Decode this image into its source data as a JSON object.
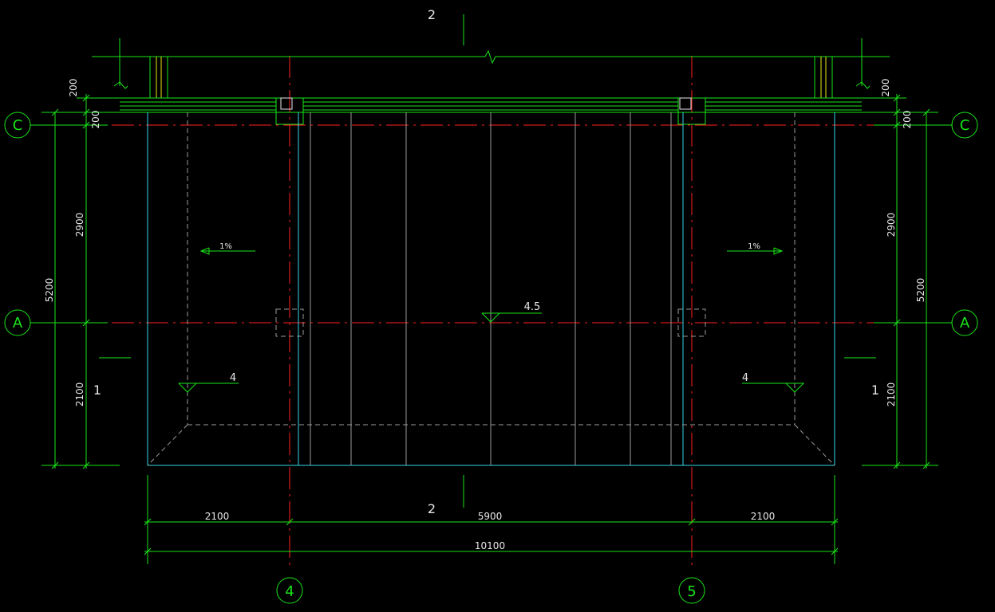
{
  "grids": {
    "C": "C",
    "A": "A",
    "g4": "4",
    "g5": "5"
  },
  "dimensions": {
    "bottom_left": "2100",
    "bottom_mid": "5900",
    "bottom_right": "2100",
    "bottom_total": "10100",
    "left_top_200": "200",
    "left_mid_200": "200",
    "left_2900": "2900",
    "left_2100": "2100",
    "left_5200": "5200",
    "right_top_200": "200",
    "right_mid_200": "200",
    "right_2900": "2900",
    "right_2100": "2100",
    "right_5200": "5200"
  },
  "section_marks": {
    "top": "2",
    "bottom": "2",
    "left": "1",
    "right": "1"
  },
  "slopes": {
    "left": "1%",
    "right": "1%"
  },
  "elevations": {
    "center": "4.5",
    "left": "4",
    "right": "4"
  },
  "colors": {
    "background": "#000000",
    "dimension_line": "#19e619",
    "axis_line": "#ff2020",
    "wall_line": "#33d6e6",
    "panel_line": "#9a9a9a",
    "text": "#e8e8e8",
    "hatch": "#e6e619"
  }
}
